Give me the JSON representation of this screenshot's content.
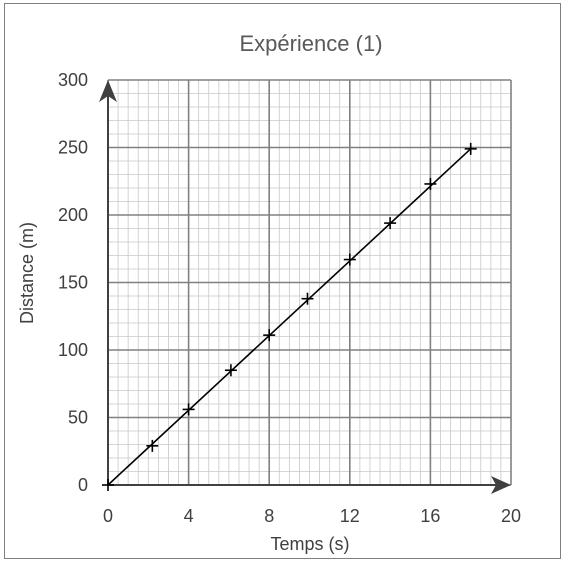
{
  "chart_data": {
    "type": "scatter",
    "title": "Expérience (1)",
    "xlabel": "Temps (s)",
    "ylabel": "Distance (m)",
    "xlim": [
      0,
      20
    ],
    "ylim": [
      0,
      300
    ],
    "x_ticks": [
      "0",
      "4",
      "8",
      "12",
      "16",
      "20"
    ],
    "y_ticks": [
      "0",
      "50",
      "100",
      "150",
      "200",
      "250",
      "300"
    ],
    "grid": true,
    "minor_grid": true,
    "marker": "plus",
    "line_color": "#000000",
    "major_grid_color": "#808080",
    "minor_grid_color": "#c8c8c8",
    "series": [
      {
        "x": [
          0,
          2.2,
          4,
          6.1,
          8,
          9.9,
          12,
          14,
          16,
          18
        ],
        "y": [
          0,
          29,
          56,
          85,
          111,
          138,
          167,
          194,
          223,
          249
        ]
      }
    ],
    "trend_line": {
      "x": [
        0,
        18
      ],
      "y": [
        0,
        249
      ]
    }
  }
}
